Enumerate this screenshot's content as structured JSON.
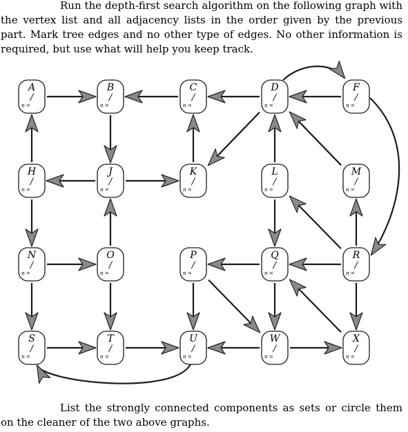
{
  "intro_text": "Run the depth-first search algorithm on the following graph with the vertex list and all adjacency lists in the order given by the previous part. Mark tree edges and no other type of edges. No other information is required, but use what will help you keep track.",
  "outro_text": "List the strongly connected components as sets or circle them on the cleaner of the two above graphs.",
  "vertex_fields": {
    "slash": "/",
    "pi": "π ="
  },
  "vertices": [
    {
      "id": "A"
    },
    {
      "id": "B"
    },
    {
      "id": "C"
    },
    {
      "id": "D"
    },
    {
      "id": "F"
    },
    {
      "id": "H"
    },
    {
      "id": "J"
    },
    {
      "id": "K"
    },
    {
      "id": "L"
    },
    {
      "id": "M"
    },
    {
      "id": "N"
    },
    {
      "id": "O"
    },
    {
      "id": "P"
    },
    {
      "id": "Q"
    },
    {
      "id": "R"
    },
    {
      "id": "S"
    },
    {
      "id": "T"
    },
    {
      "id": "U"
    },
    {
      "id": "W"
    },
    {
      "id": "X"
    }
  ],
  "edges": [
    {
      "from": "A",
      "to": "B"
    },
    {
      "from": "C",
      "to": "B"
    },
    {
      "from": "D",
      "to": "C"
    },
    {
      "from": "F",
      "to": "D"
    },
    {
      "from": "D",
      "to": "F"
    },
    {
      "from": "F",
      "to": "R"
    },
    {
      "from": "H",
      "to": "A"
    },
    {
      "from": "B",
      "to": "J"
    },
    {
      "from": "K",
      "to": "C"
    },
    {
      "from": "D",
      "to": "K"
    },
    {
      "from": "L",
      "to": "D"
    },
    {
      "from": "M",
      "to": "D"
    },
    {
      "from": "J",
      "to": "H"
    },
    {
      "from": "J",
      "to": "K"
    },
    {
      "from": "H",
      "to": "N"
    },
    {
      "from": "O",
      "to": "J"
    },
    {
      "from": "L",
      "to": "Q"
    },
    {
      "from": "R",
      "to": "L"
    },
    {
      "from": "R",
      "to": "M"
    },
    {
      "from": "N",
      "to": "O"
    },
    {
      "from": "Q",
      "to": "P"
    },
    {
      "from": "R",
      "to": "Q"
    },
    {
      "from": "N",
      "to": "S"
    },
    {
      "from": "O",
      "to": "T"
    },
    {
      "from": "P",
      "to": "U"
    },
    {
      "from": "P",
      "to": "W"
    },
    {
      "from": "Q",
      "to": "W"
    },
    {
      "from": "R",
      "to": "X"
    },
    {
      "from": "X",
      "to": "Q"
    },
    {
      "from": "S",
      "to": "T"
    },
    {
      "from": "T",
      "to": "U"
    },
    {
      "from": "W",
      "to": "U"
    },
    {
      "from": "W",
      "to": "X"
    },
    {
      "from": "U",
      "to": "S"
    }
  ]
}
